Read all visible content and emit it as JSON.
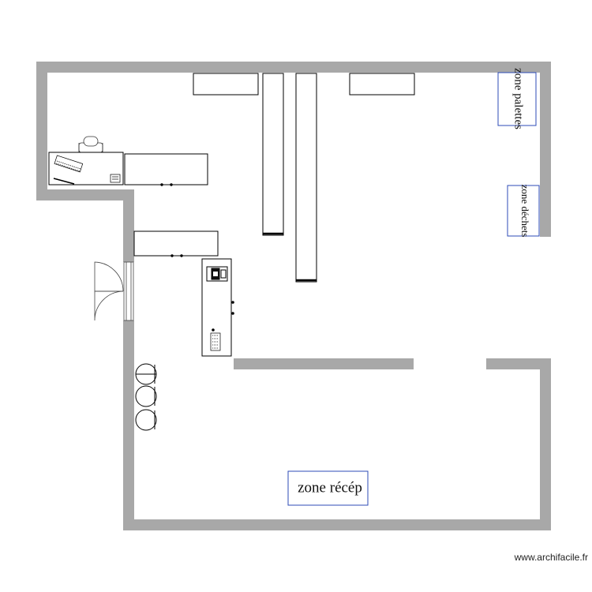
{
  "plan": {
    "colors": {
      "wall": "#a8a8a8",
      "outline": "#000000",
      "zone_border": "#2d4bb7",
      "background": "#ffffff"
    },
    "zones": {
      "palettes": "zone palettes",
      "dechets": "zone déchets",
      "reception": "zone récép"
    },
    "watermark": "www.archifacile.fr"
  }
}
